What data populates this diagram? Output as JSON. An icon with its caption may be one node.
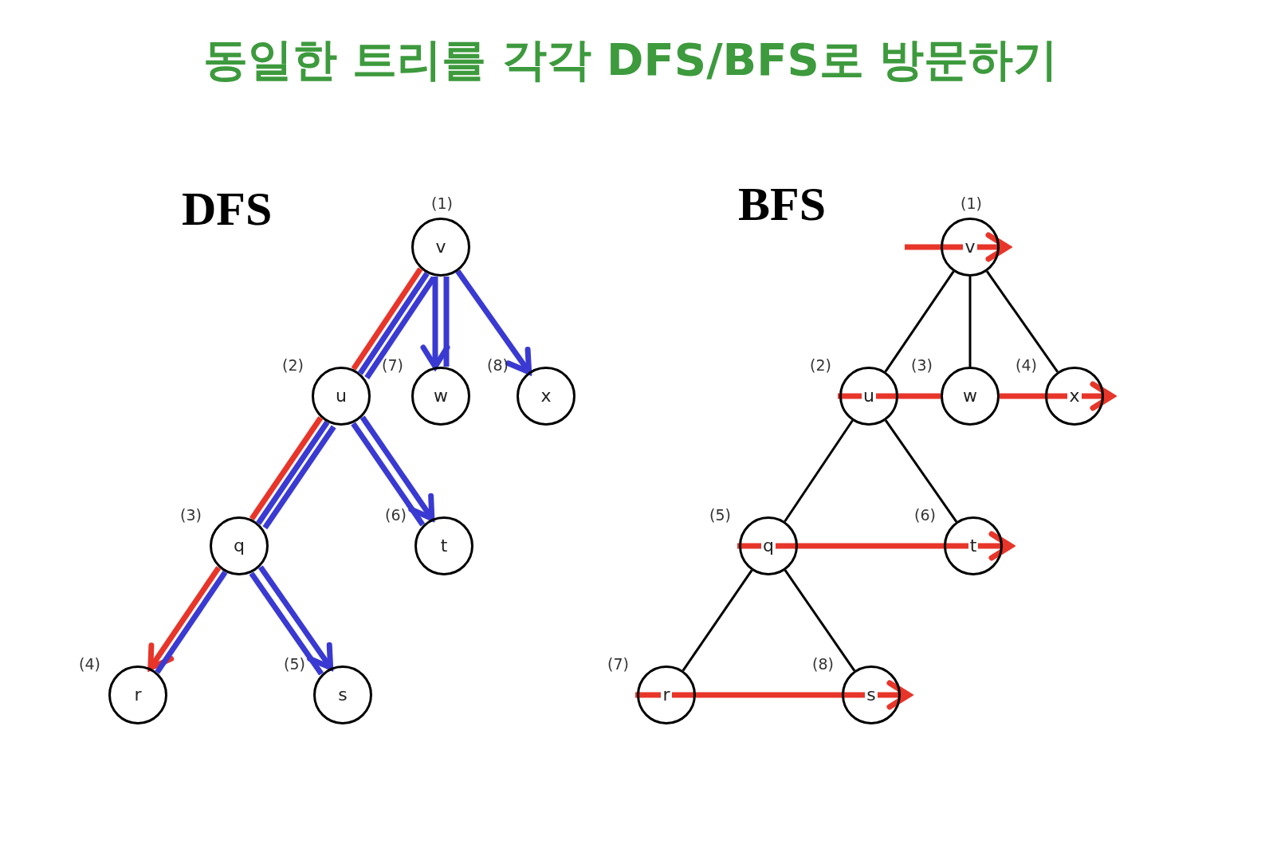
{
  "diagram": {
    "title": "동일한 트리를 각각 DFS/BFS로 방문하기",
    "nodes": [
      {
        "text": [
          "v"
        ],
        "beside": [
          "(1)"
        ]
      },
      {
        "text": [
          "u"
        ],
        "beside": [
          "(2)"
        ]
      },
      {
        "text": [
          "w"
        ],
        "beside": [
          "(7)"
        ]
      },
      {
        "text": [
          "x"
        ],
        "beside": [
          "(8)"
        ]
      },
      {
        "text": [
          "q"
        ],
        "beside": [
          "(3)"
        ]
      },
      {
        "text": [
          "t"
        ],
        "beside": [
          "(6)"
        ]
      },
      {
        "text": [
          "r"
        ],
        "beside": [
          "(4)"
        ]
      },
      {
        "text": [
          "s"
        ],
        "beside": [
          "(5)"
        ]
      },
      {
        "text": [
          "v"
        ],
        "beside": [
          "(1)"
        ]
      },
      {
        "text": [
          "u"
        ],
        "beside": [
          "(2)"
        ]
      },
      {
        "text": [
          "w"
        ],
        "beside": [
          "(3)"
        ]
      },
      {
        "text": [
          "x"
        ],
        "beside": [
          "(4)"
        ]
      },
      {
        "text": [
          "q"
        ],
        "beside": [
          "(5)"
        ]
      },
      {
        "text": [
          "t"
        ],
        "beside": [
          "(6)"
        ]
      },
      {
        "text": [
          "r"
        ],
        "beside": [
          "(7)"
        ]
      },
      {
        "text": [
          "s"
        ],
        "beside": [
          "(8)"
        ]
      }
    ],
    "edges": [
      {
        "from": 0,
        "to": 1,
        "arrow": "none",
        "color": "#e8352a"
      },
      {
        "from": 1,
        "to": 4,
        "arrow": "none",
        "color": "#e8352a"
      },
      {
        "from": 4,
        "to": 6,
        "arrow": "to",
        "color": "#e8352a"
      },
      {
        "from": 0,
        "to": 1,
        "arrow": "none",
        "color": "#3a3ad2"
      },
      {
        "from": 1,
        "to": 4,
        "arrow": "none",
        "color": "#3a3ad2"
      },
      {
        "from": 4,
        "to": 6,
        "arrow": "none",
        "color": "#3a3ad2"
      },
      {
        "from": 4,
        "to": 7,
        "arrow": "to",
        "color": "#3a3ad2"
      },
      {
        "from": 7,
        "to": 4,
        "arrow": "none",
        "color": "#3a3ad2"
      },
      {
        "from": 4,
        "to": 1,
        "arrow": "none",
        "color": "#3a3ad2"
      },
      {
        "from": 1,
        "to": 5,
        "arrow": "to",
        "color": "#3a3ad2"
      },
      {
        "from": 5,
        "to": 1,
        "arrow": "none",
        "color": "#3a3ad2"
      },
      {
        "from": 1,
        "to": 0,
        "arrow": "none",
        "color": "#3a3ad2"
      },
      {
        "from": 0,
        "to": 2,
        "arrow": "to",
        "color": "#3a3ad2"
      },
      {
        "from": 2,
        "to": 0,
        "arrow": "none",
        "color": "#3a3ad2"
      },
      {
        "from": 0,
        "to": 3,
        "arrow": "to",
        "color": "#3a3ad2"
      },
      {
        "from": 8,
        "to": 9,
        "arrow": "none",
        "color": "#000000"
      },
      {
        "from": 8,
        "to": 10,
        "arrow": "none",
        "color": "#000000"
      },
      {
        "from": 8,
        "to": 11,
        "arrow": "none",
        "color": "#000000"
      },
      {
        "from": 9,
        "to": 12,
        "arrow": "none",
        "color": "#000000"
      },
      {
        "from": 9,
        "to": 13,
        "arrow": "none",
        "color": "#000000"
      },
      {
        "from": 12,
        "to": 14,
        "arrow": "none",
        "color": "#000000"
      },
      {
        "from": 12,
        "to": 15,
        "arrow": "none",
        "color": "#000000"
      },
      {
        "from": null,
        "to": 8,
        "arrow": "to",
        "color": "#e8352a"
      },
      {
        "from": 9,
        "to": 10,
        "arrow": "none",
        "color": "#e8352a"
      },
      {
        "from": 10,
        "to": 11,
        "arrow": "to",
        "color": "#e8352a"
      },
      {
        "from": 12,
        "to": 13,
        "arrow": "to",
        "color": "#e8352a"
      },
      {
        "from": 14,
        "to": 15,
        "arrow": "to",
        "color": "#e8352a"
      }
    ],
    "labels": [
      "DFS",
      "BFS"
    ]
  }
}
